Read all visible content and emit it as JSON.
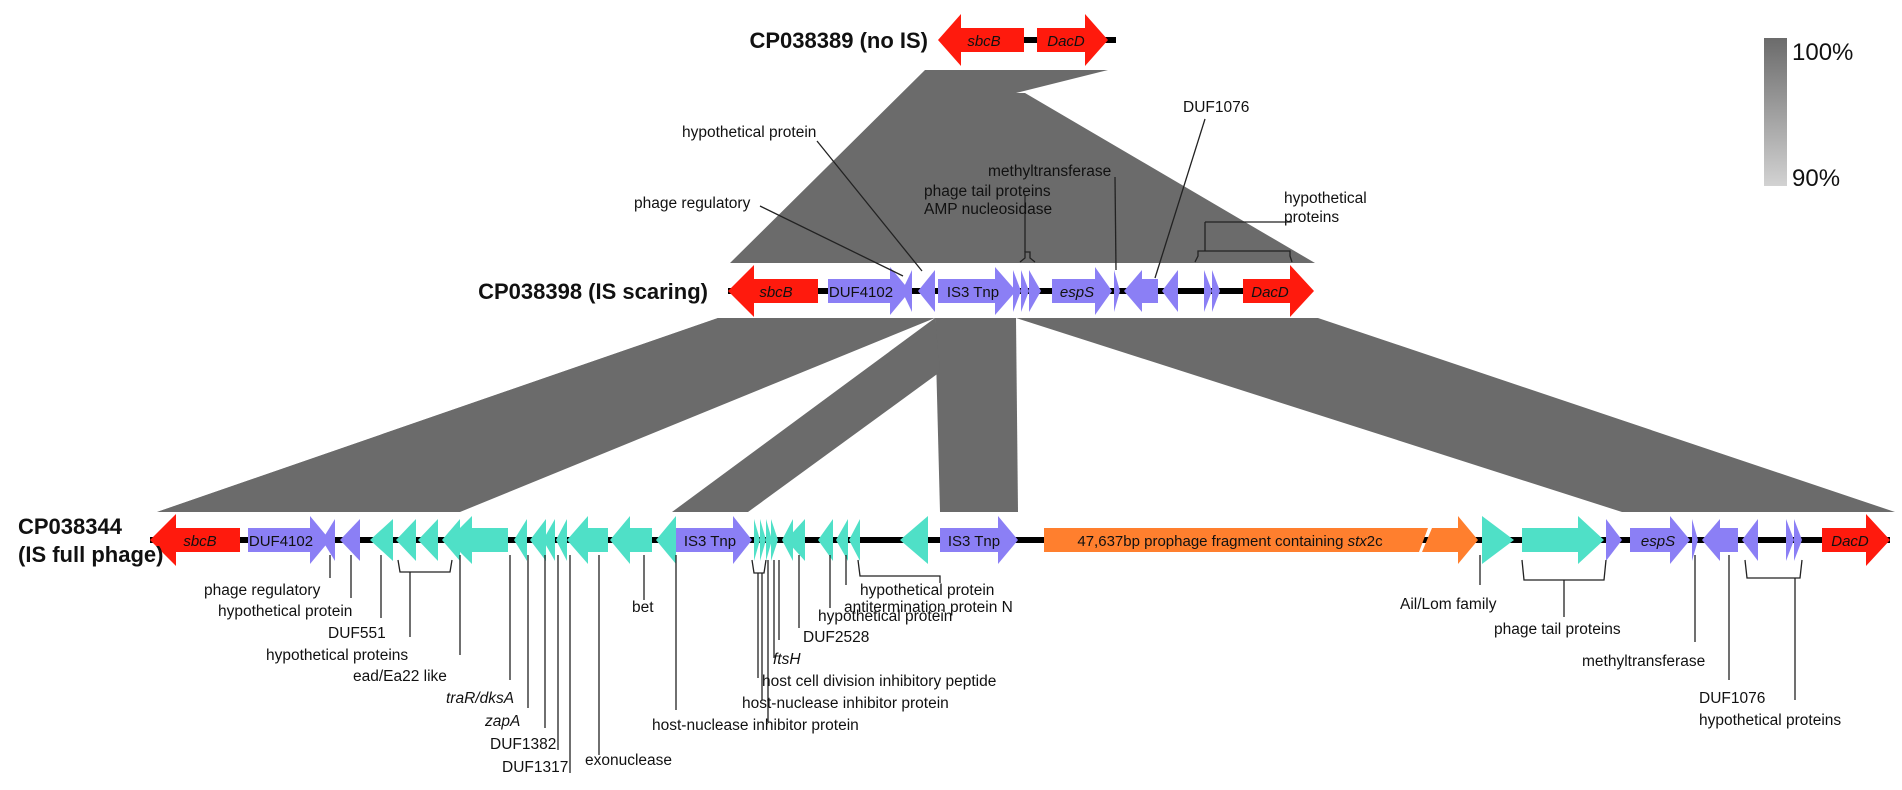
{
  "colors": {
    "core": "#ff1a0d",
    "mobile": "#8b7ff5",
    "phage": "#4fe0c7",
    "prophage": "#ff7f2e",
    "band": "#6b6b6b"
  },
  "legend": {
    "max": "100%",
    "min": "90%"
  },
  "tracks": [
    {
      "label": "CP038389 (no IS)"
    },
    {
      "label": "CP038398 (IS scaring)"
    },
    {
      "label": "CP038344",
      "label2": "(IS full phage)"
    }
  ],
  "genes": {
    "t0": [
      {
        "label": "sbcB",
        "italic": true
      },
      {
        "label": "DacD",
        "italic": true
      }
    ],
    "t1": [
      {
        "label": "sbcB",
        "italic": true
      },
      {
        "label": "DUF4102"
      },
      {
        "label": "IS3 Tnp"
      },
      {
        "label": "espS",
        "italic": true
      },
      {
        "label": "DacD",
        "italic": true
      }
    ],
    "t2": [
      {
        "label": "sbcB",
        "italic": true
      },
      {
        "label": "DUF4102"
      },
      {
        "label": "IS3 Tnp"
      },
      {
        "label": "IS3 Tnp"
      },
      {
        "label": "47,637bp prophage fragment containing ",
        "italic_suffix": "stx",
        "suffix": "2c"
      },
      {
        "label": "espS",
        "italic": true
      },
      {
        "label": "DacD",
        "italic": true
      }
    ]
  },
  "annotations_mid": [
    "hypothetical protein",
    "phage regulatory",
    "phage tail proteins",
    "AMP nucleosidase",
    "methyltransferase",
    "DUF1076",
    "hypothetical",
    "proteins"
  ],
  "annotations_bottom": [
    "phage regulatory",
    "hypothetical protein",
    "DUF551",
    "hypothetical proteins",
    "ead/Ea22 like",
    "traR/dksA",
    "zapA",
    "DUF1382",
    "DUF1317",
    "exonuclease",
    "bet",
    "host-nuclease inhibitor protein",
    "host-nuclease inhibitor protein",
    "host cell division inhibitory peptide",
    "ftsH",
    "DUF2528",
    "hypothetical protein",
    "antitermination protein N",
    "hypothetical protein",
    "Ail/Lom family",
    "phage tail proteins",
    "methyltransferase",
    "DUF1076",
    "hypothetical proteins"
  ]
}
